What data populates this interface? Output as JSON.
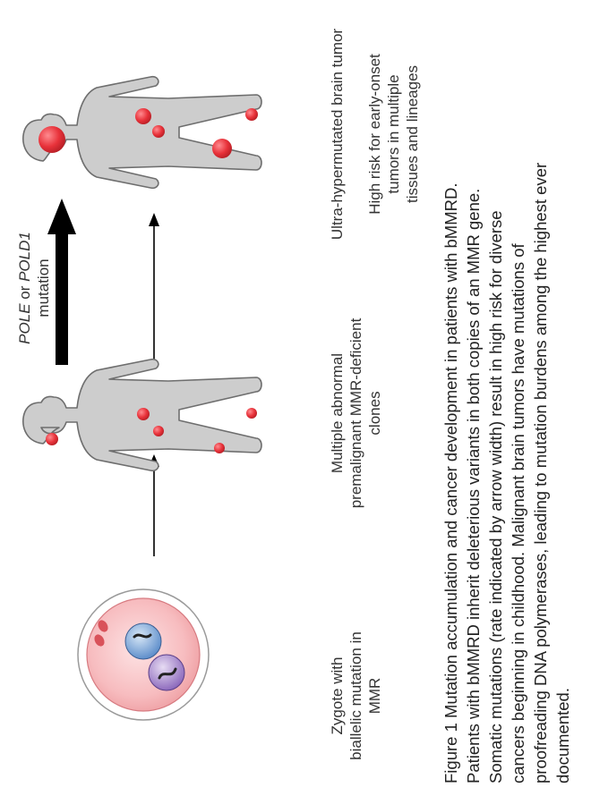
{
  "stages": {
    "zygote": {
      "line1": "Zygote with",
      "line2": "biallelic mutation in",
      "line3": "MMR"
    },
    "premalignant": {
      "line1": "Multiple abnormal",
      "line2": "premalignant MMR-deficient",
      "line3": "clones"
    },
    "tumor": {
      "line1": "Ultra-hypermutated brain tumor"
    },
    "highrisk": {
      "line1": "High risk for early-onset",
      "line2": "tumors in multiple",
      "line3": "tissues and lineages"
    }
  },
  "arrow_label": {
    "gene1": "POLE",
    "connector": " or ",
    "gene2": "POLD1",
    "line2": "mutation"
  },
  "caption": [
    "Figure 1 Mutation accumulation and cancer development in patients with bMMRD.",
    "Patients with bMMRD inherit deleterious variants in both copies of an MMR gene.",
    "Somatic mutations (rate indicated by arrow width) result in high risk for diverse",
    "cancers beginning in childhood. Malignant brain tumors have mutations of",
    "proofreading DNA polymerases, leading to mutation burdens among the highest ever",
    "documented."
  ],
  "colors": {
    "body_fill": "#cdcdcd",
    "body_stroke": "#6e6e6e",
    "lesion": "#e8323a",
    "cell_fill": "#f9c6c8",
    "nucleus_blue": "#6f9ed6",
    "nucleus_purple": "#9d7bc8",
    "arrow": "#000000"
  },
  "icons": {
    "zygote": "zygote-cell-icon",
    "person": "human-body-icon",
    "arrow": "arrow-icon"
  }
}
